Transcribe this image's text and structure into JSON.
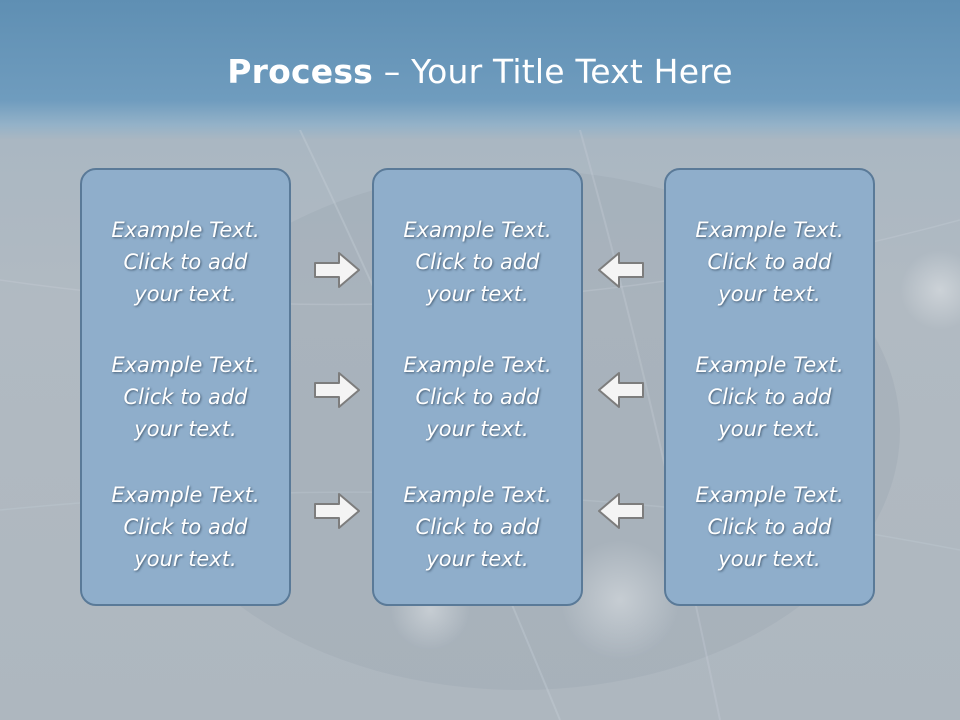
{
  "title": {
    "bold": "Process",
    "rest": " – Your Title Text Here"
  },
  "columns": [
    {
      "items": [
        "Example Text.\nClick  to add\nyour text.",
        "Example Text.\nClick  to add\nyour text.",
        "Example Text.\nClick  to add\nyour text."
      ]
    },
    {
      "items": [
        "Example Text.\nClick  to add\nyour text.",
        "Example Text.\nClick  to add\nyour text.",
        "Example Text.\nClick  to add\nyour text."
      ]
    },
    {
      "items": [
        "Example Text.\nClick  to add\nyour text.",
        "Example Text.\nClick  to add\nyour text.",
        "Example Text.\nClick  to add\nyour text."
      ]
    }
  ],
  "arrows": {
    "left": "right-arrow-icon",
    "right": "left-arrow-icon"
  },
  "colors": {
    "box_fill": "#8faecb",
    "box_border": "#5a7a98",
    "header": "#5f8fb3"
  }
}
